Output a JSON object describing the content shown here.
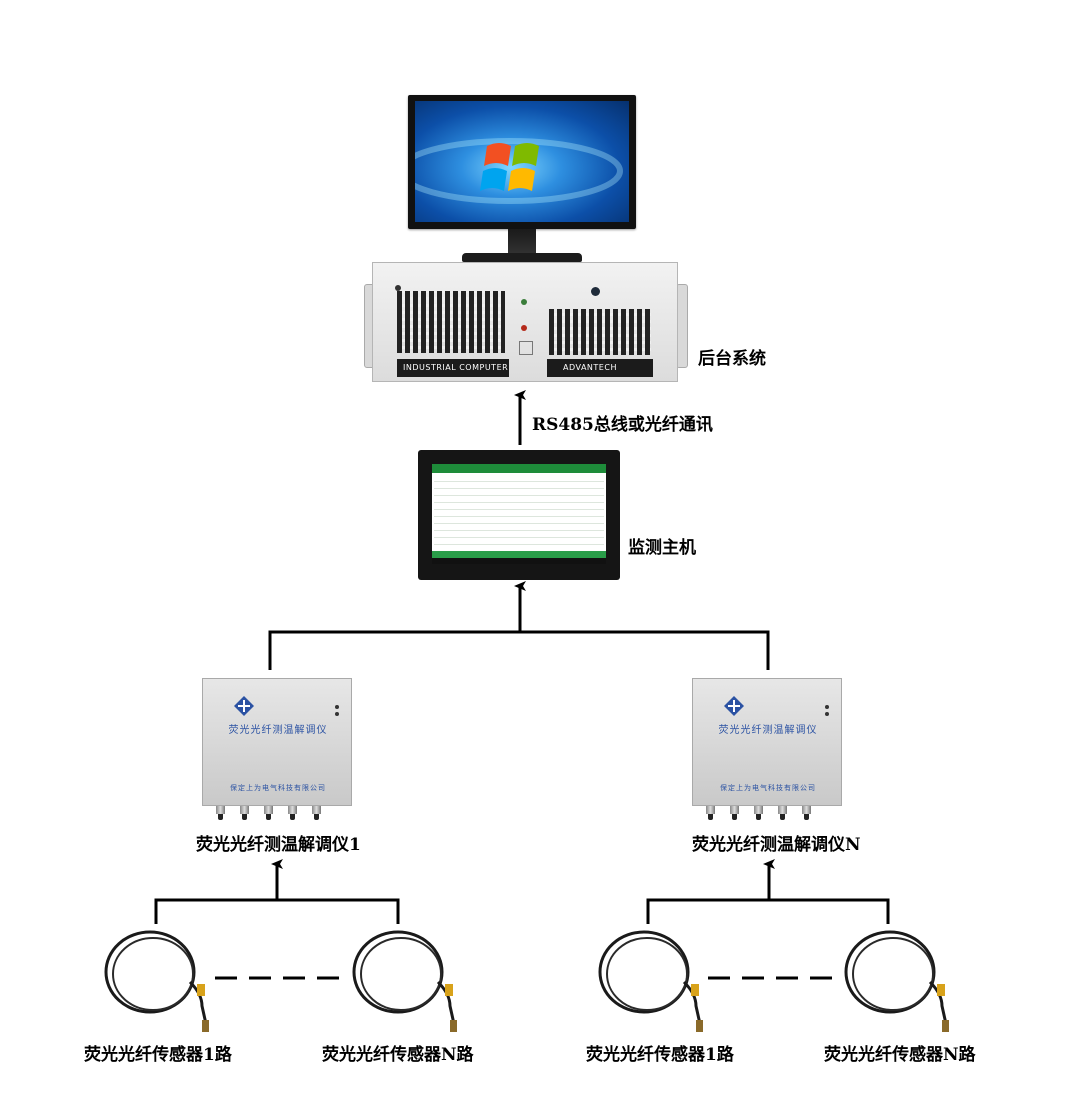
{
  "nodes": {
    "backend": {
      "label": "后台系统"
    },
    "link": {
      "label": "RS485总线或光纤通讯"
    },
    "host": {
      "label": "监测主机"
    },
    "demod_1": {
      "label": "荧光光纤测温解调仪1",
      "panel_title": "荧光光纤测温解调仪",
      "panel_company": "保定上为电气科技有限公司"
    },
    "demod_n": {
      "label": "荧光光纤测温解调仪N",
      "panel_title": "荧光光纤测温解调仪",
      "panel_company": "保定上为电气科技有限公司"
    },
    "sensors": [
      {
        "label": "荧光光纤传感器1路"
      },
      {
        "label": "荧光光纤传感器N路"
      },
      {
        "label": "荧光光纤传感器1路"
      },
      {
        "label": "荧光光纤传感器N路"
      }
    ]
  },
  "ipc": {
    "left_strip": "INDUSTRIAL COMPUTER",
    "right_strip": "ADVANTECH"
  },
  "colors": {
    "line": "#000000",
    "panel_text": "#2b52a3",
    "host_accent": "#1e8c3a"
  },
  "icons": {
    "arrow": "arrow-up-icon",
    "logo": "company-logo-icon"
  }
}
